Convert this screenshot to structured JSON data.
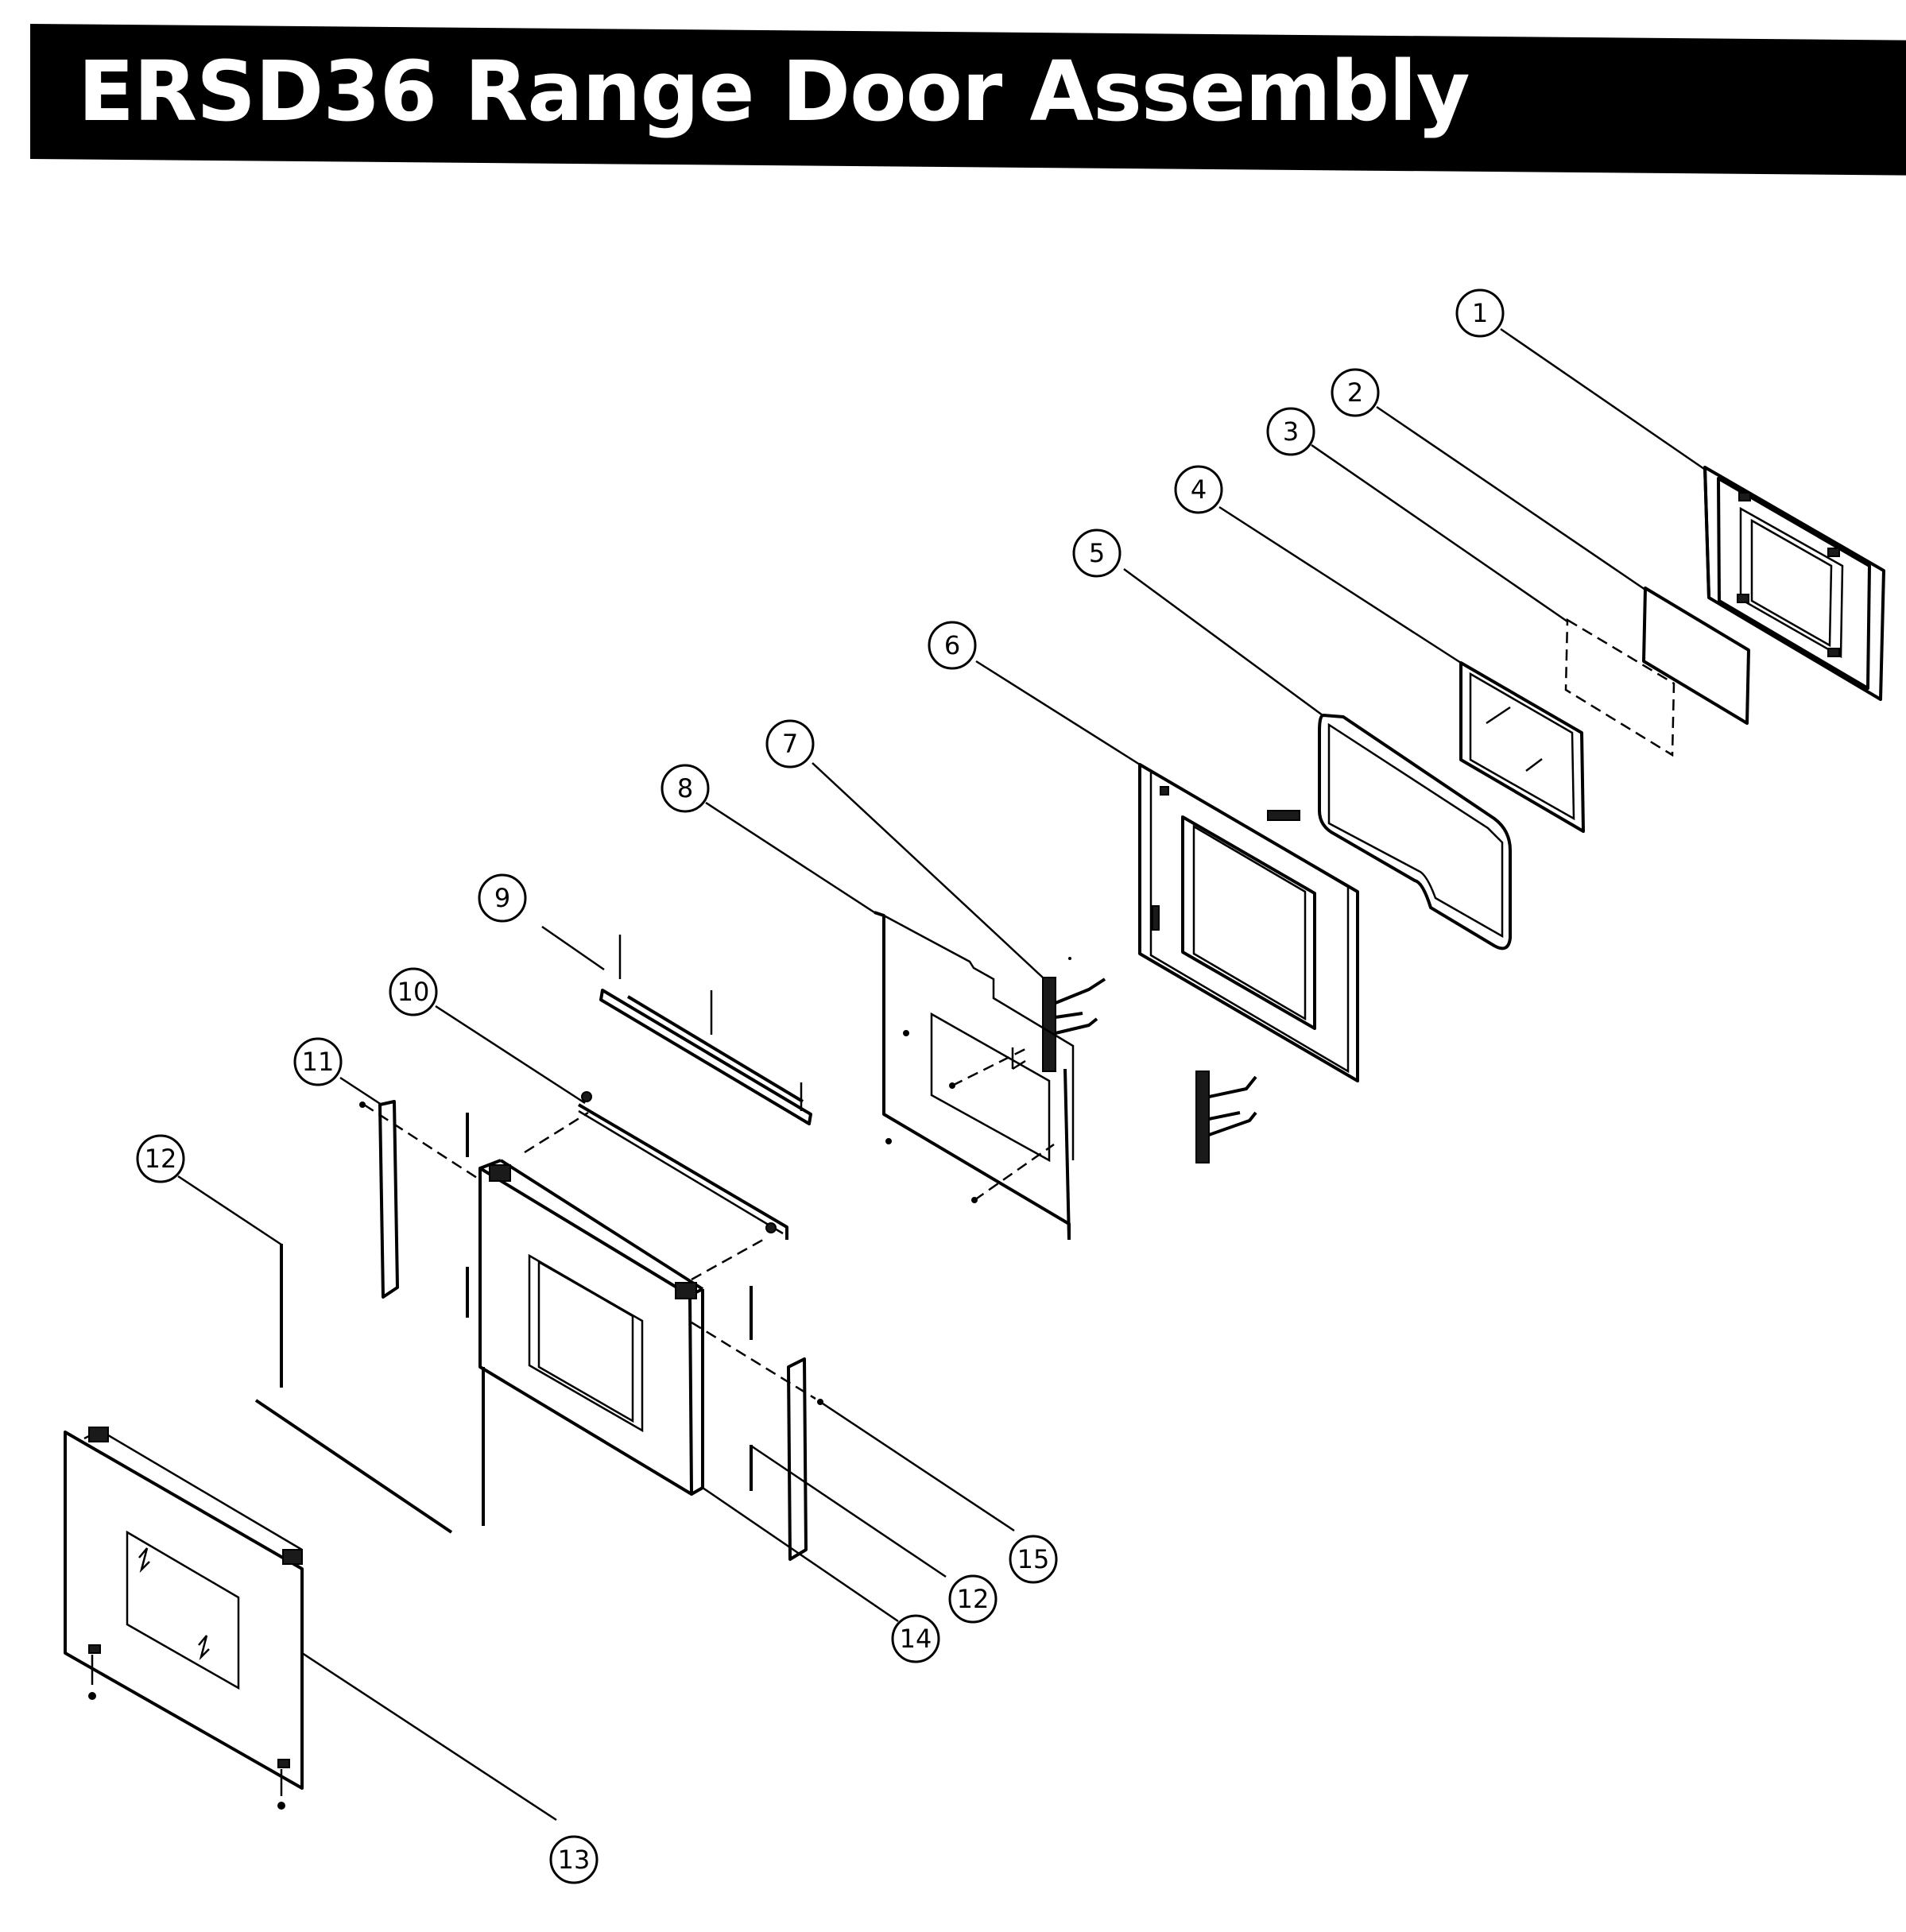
{
  "title": "ERSD36 Range Door Assembly",
  "colors": {
    "title_bar": "#000000",
    "title_text": "#ffffff",
    "line": "#000000",
    "background": "#ffffff"
  },
  "callouts": [
    {
      "label": "1"
    },
    {
      "label": "2"
    },
    {
      "label": "3"
    },
    {
      "label": "4"
    },
    {
      "label": "5"
    },
    {
      "label": "6"
    },
    {
      "label": "7"
    },
    {
      "label": "8"
    },
    {
      "label": "9"
    },
    {
      "label": "10"
    },
    {
      "label": "11"
    },
    {
      "label": "12"
    },
    {
      "label": "13"
    },
    {
      "label": "14"
    },
    {
      "label": "12"
    },
    {
      "label": "15"
    }
  ]
}
